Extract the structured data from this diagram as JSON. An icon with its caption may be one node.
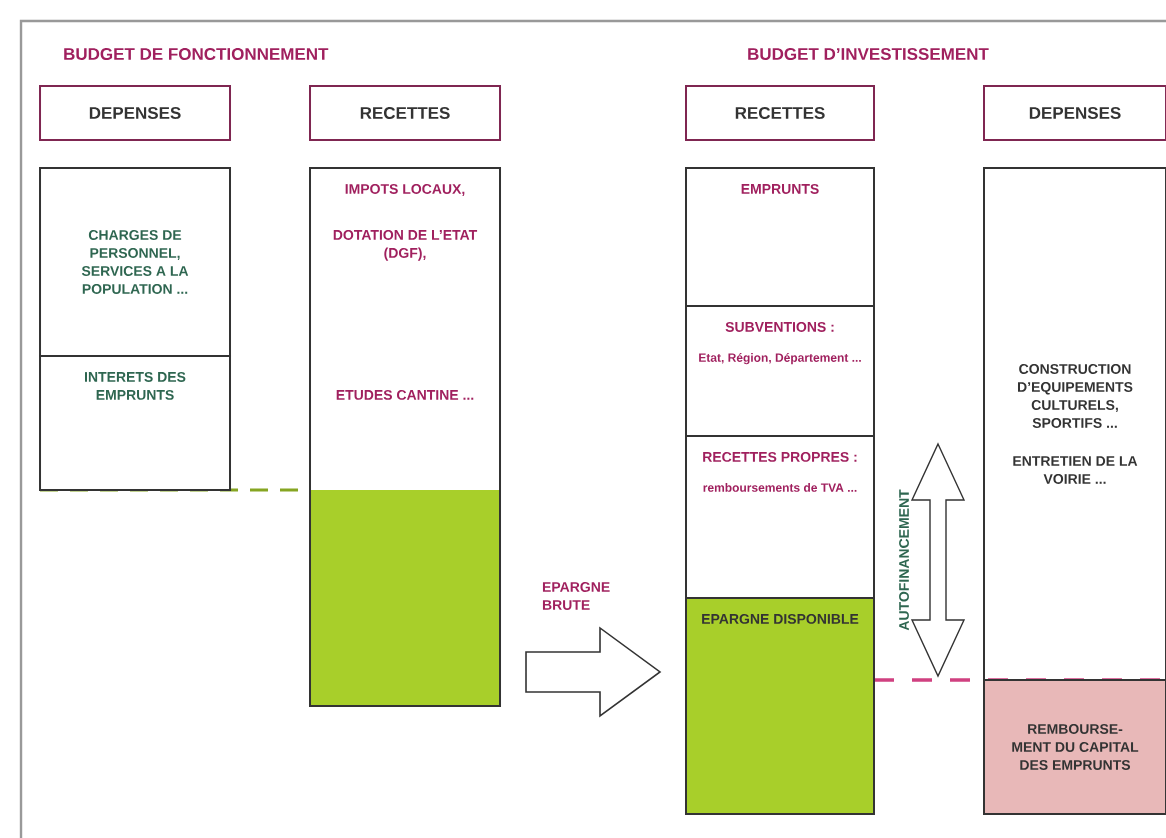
{
  "diagram": {
    "nodes": [
      {
        "text": [
          "DEPENSES"
        ]
      },
      {
        "text": [
          "RECETTES"
        ]
      },
      {
        "text": [
          "CHARGES DE PERSONNEL, SERVICES A LA POPULATION ..."
        ]
      },
      {
        "text": [
          "INTERETS DES EMPRUNTS"
        ]
      },
      {
        "text": [
          "IMPOTS LOCAUX,",
          "DOTATION DE L’ETAT (DGF),",
          "ETUDES CANTINE ..."
        ]
      },
      {
        "text": [
          "RECETTES"
        ]
      },
      {
        "text": [
          "DEPENSES"
        ]
      },
      {
        "text": [
          "EMPRUNTS"
        ]
      },
      {
        "text": [
          "SUBVENTIONS :",
          "Etat, Région, Département ..."
        ]
      },
      {
        "text": [
          "RECETTES PROPRES :",
          "remboursements de TVA ..."
        ]
      },
      {
        "text": [
          "EPARGNE DISPONIBLE"
        ]
      },
      {
        "text": [
          "CONSTRUCTION D’EQUIPEMENTS CULTURELS, SPORTIFS ...",
          "ENTRETIEN DE LA VOIRIE ..."
        ]
      },
      {
        "text": [
          "REMBOURSE- MENT DU CAPITAL DES EMPRUNTS"
        ]
      }
    ],
    "edges": [
      {
        "from": 4,
        "to": 10,
        "arrow": "to",
        "label": "EPARGNE BRUTE"
      }
    ],
    "labels": [
      "BUDGET DE FONCTIONNEMENT",
      "BUDGET D’INVESTISSEMENT",
      "AUTOFINANCEMENT"
    ]
  }
}
